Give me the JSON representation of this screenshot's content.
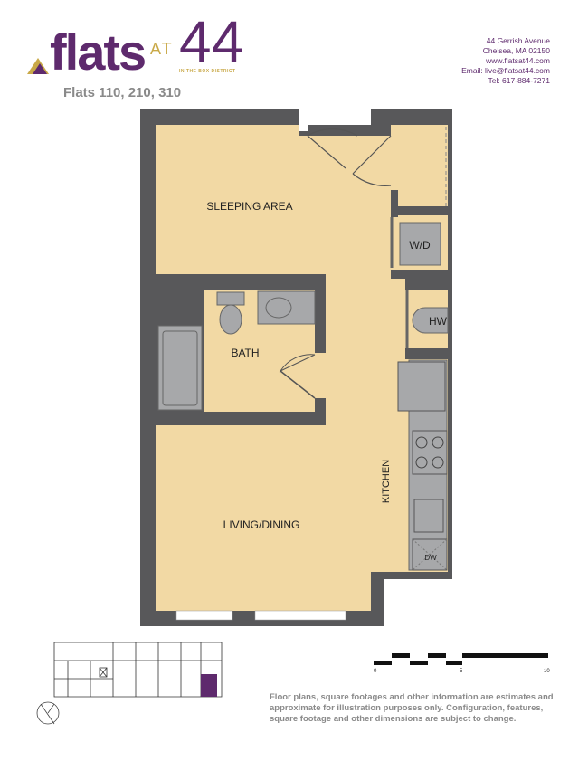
{
  "brand": {
    "word": "flats",
    "at": "AT",
    "number": "44",
    "tagline": "IN THE BOX DISTRICT",
    "colors": {
      "purple": "#5e2a6d",
      "gold": "#c9a948"
    }
  },
  "plan_title": "Flats 110, 210, 310",
  "contact": {
    "address1": "44 Gerrish Avenue",
    "address2": "Chelsea, MA 02150",
    "web": "www.flatsat44.com",
    "email": "Email: live@flatsat44.com",
    "tel": "Tel: 617-884-7271"
  },
  "rooms": {
    "sleeping": "SLEEPING AREA",
    "bath": "BATH",
    "living": "LIVING/DINING",
    "kitchen": "KITCHEN",
    "washer_dryer": "W/D",
    "water_heater": "HW",
    "dishwasher": "DW"
  },
  "scale": {
    "labels": [
      "0",
      "5",
      "10"
    ]
  },
  "disclaimer": "Floor plans, square footages and other information are estimates and approximate for illustration purposes only. Configuration, features, square footage and other dimensions are subject to change.",
  "colors": {
    "floor": "#f2d9a4",
    "wall": "#58585a",
    "fixture": "#a7a8aa"
  }
}
